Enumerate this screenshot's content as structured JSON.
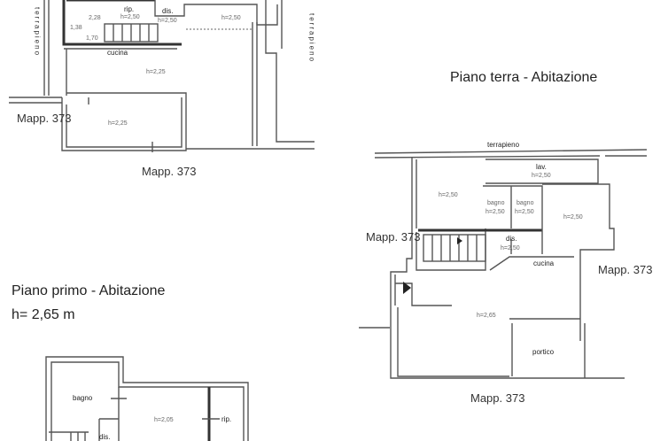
{
  "titles": {
    "ground_floor": "Piano terra - Abitazione",
    "first_floor": "Piano primo - Abitazione",
    "first_floor_height": "h= 2,65 m"
  },
  "top_left_plan": {
    "terrapieno_left": "terrapieno",
    "terrapieno_right": "terrapieno",
    "rip": "rip.",
    "rip_h": "h=2,50",
    "dis": "dis.",
    "dis_h": "h=2,50",
    "room_right_h": "h=2,50",
    "small_h1": "2,28",
    "small_h2": "1,38",
    "small_h3": "1,70",
    "cucina": "cucina",
    "main_h": "h=2,25",
    "lower_h": "h=2,25",
    "mapp_left": "Mapp. 373",
    "mapp_bottom": "Mapp. 373"
  },
  "ground_plan": {
    "terrapieno": "terrapieno",
    "lav": "lav.",
    "lav_h": "h=2,50",
    "room1_h": "h=2,50",
    "bagno1": "bagno",
    "bagno1_h": "h=2,50",
    "bagno2": "bagno",
    "bagno2_h": "h=2,50",
    "room2_h": "h=2,50",
    "dis": "dis.",
    "dis_h": "h=2,50",
    "cucina": "cucina",
    "main_h": "h=2,65",
    "portico": "portico",
    "mapp_left": "Mapp. 373",
    "mapp_right": "Mapp. 373",
    "mapp_bottom": "Mapp. 373"
  },
  "first_plan": {
    "bagno": "bagno",
    "main_h": "h=2,05",
    "rip": "rip.",
    "dis": "dis."
  }
}
